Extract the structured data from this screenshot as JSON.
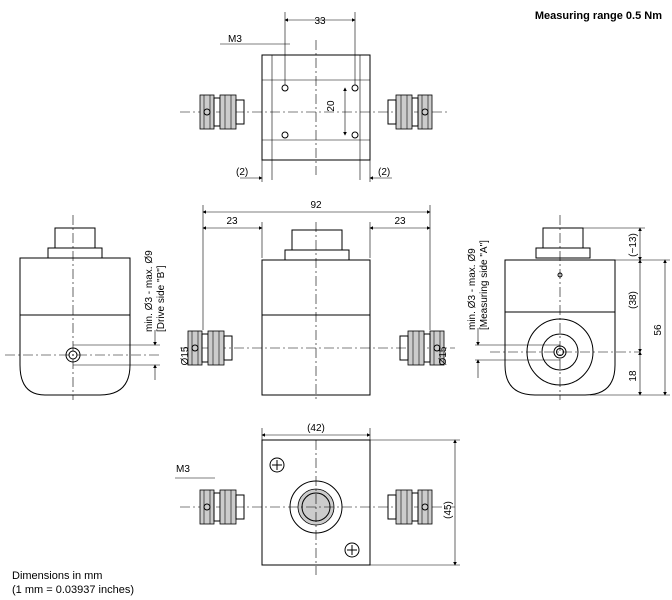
{
  "title": "Measuring range 0.5 Nm",
  "footer": {
    "line1": "Dimensions in mm",
    "line2": "(1 mm = 0.03937 inches)"
  },
  "top_view": {
    "dim_width": "33",
    "dim_height": "20",
    "thread": "M3",
    "gap_left": "(2)",
    "gap_right": "(2)"
  },
  "front_view": {
    "dim_total": "92",
    "dim_left": "23",
    "dim_right": "23",
    "dia_left": "Ø15",
    "dia_right": "Ø15"
  },
  "left_view": {
    "shaft_range": "min. Ø3 - max. Ø9",
    "side": "[Drive side \"B\"]"
  },
  "right_view": {
    "shaft_range": "min. Ø3 - max. Ø9",
    "side": "[Measuring side \"A\"]",
    "dim_cap": "(~13)",
    "dim_head": "(38)",
    "dim_total": "56",
    "dim_axis": "18"
  },
  "bottom_view": {
    "dim_width": "(42)",
    "dim_height": "(45)",
    "thread": "M3"
  }
}
